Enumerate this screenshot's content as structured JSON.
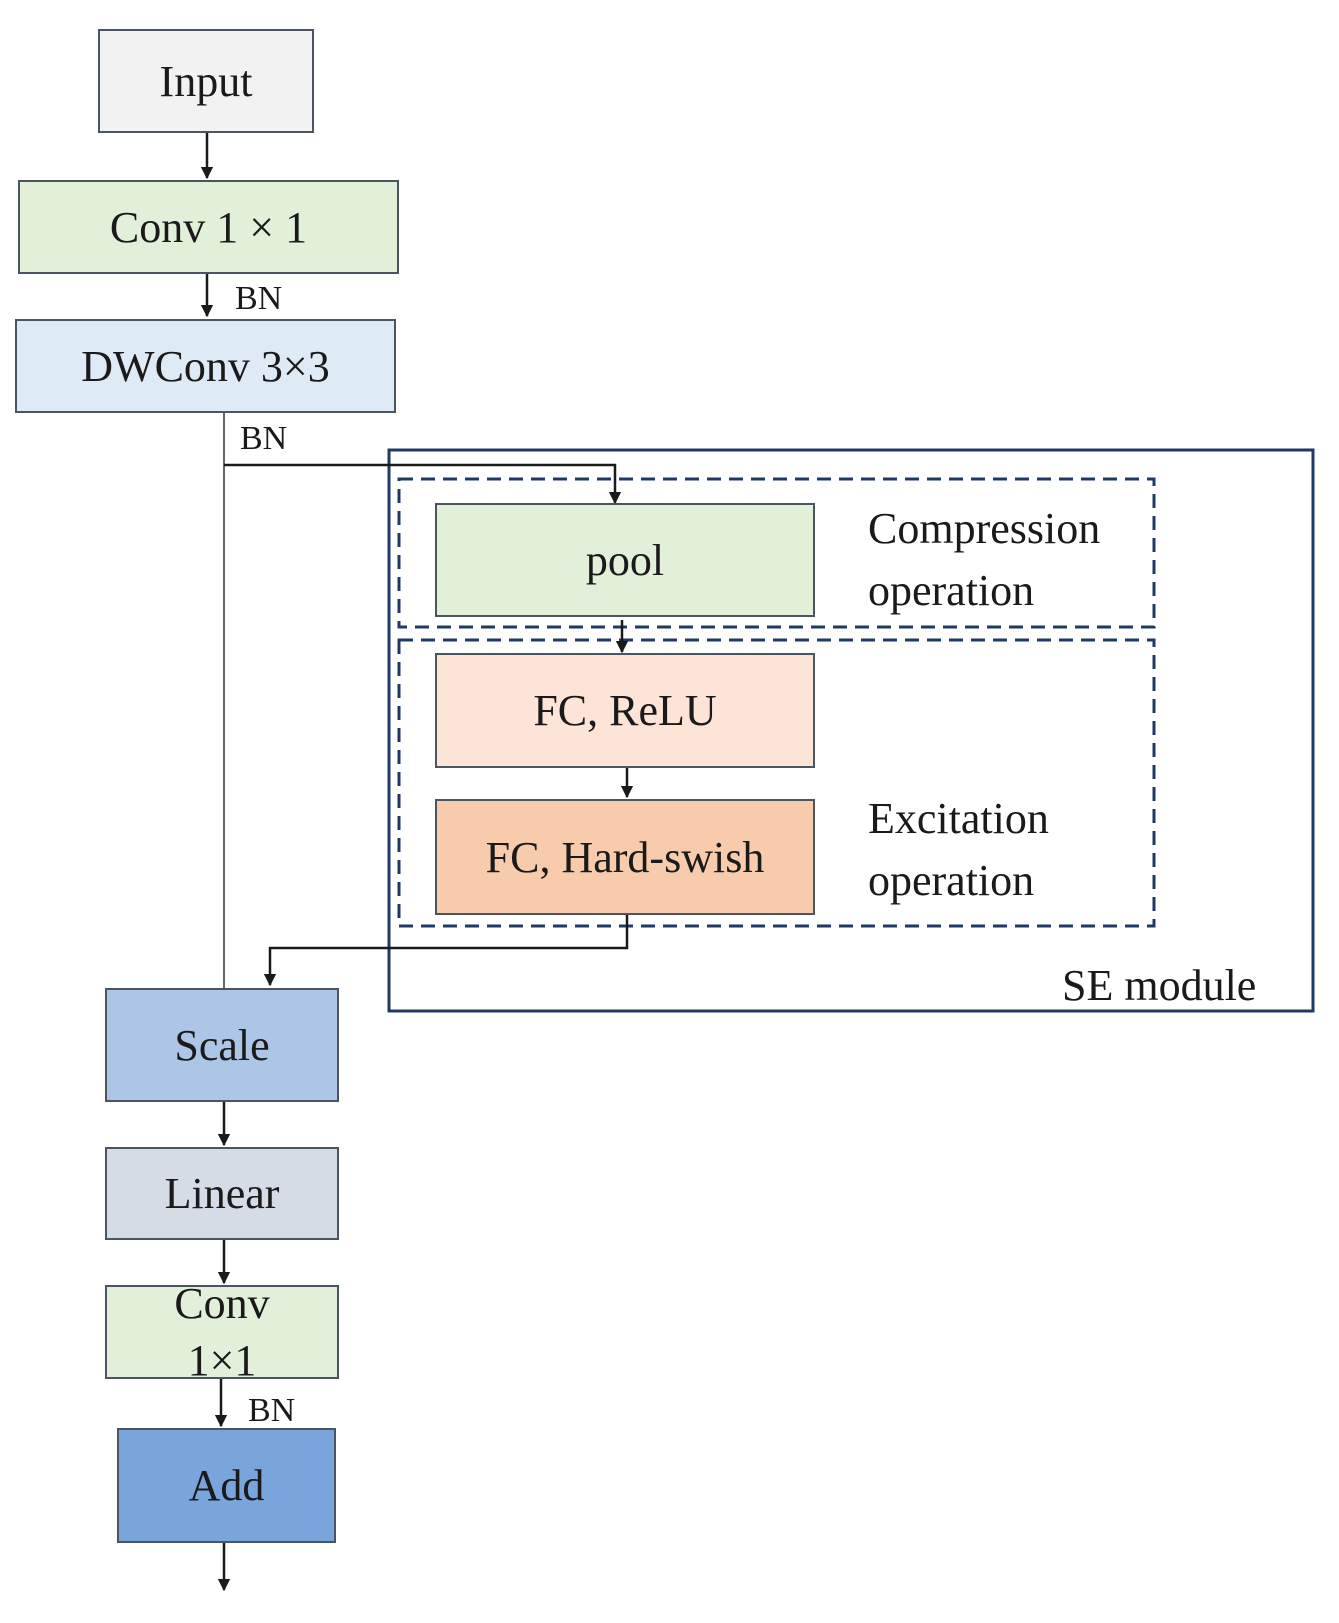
{
  "blocks": {
    "input": {
      "label": "Input",
      "color": "#f2f2f2"
    },
    "conv1": {
      "label": "Conv 1 × 1",
      "color": "#e2f0d9"
    },
    "dwconv": {
      "label": "DWConv 3×3",
      "color": "#deebf7"
    },
    "pool": {
      "label": "pool",
      "color": "#e2f0d9"
    },
    "fc_relu": {
      "label": "FC, ReLU",
      "color": "#fce4d6"
    },
    "fc_hswish": {
      "label": "FC, Hard-swish",
      "color": "#f8cbad"
    },
    "scale": {
      "label": "Scale",
      "color": "#adc5e7"
    },
    "linear": {
      "label": "Linear",
      "color": "#d6dce5"
    },
    "conv2": {
      "label": "Conv\n1×1",
      "color": "#e2f0d9"
    },
    "add": {
      "label": "Add",
      "color": "#7aa4dc"
    }
  },
  "annotations": {
    "bn1": "BN",
    "bn2": "BN",
    "bn3": "BN",
    "compression": "Compression\noperation",
    "excitation": "Excitation\noperation",
    "se_module": "SE module"
  }
}
